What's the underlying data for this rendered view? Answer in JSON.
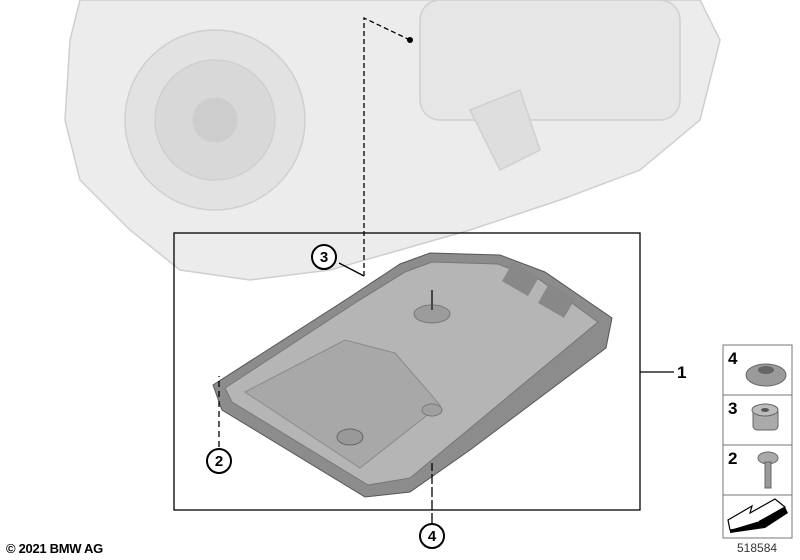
{
  "diagram": {
    "callouts": {
      "c1": "1",
      "c2": "2",
      "c3": "3",
      "c4": "4"
    },
    "legend_parts": [
      {
        "number": "4",
        "icon": "oil-drain-plug-icon"
      },
      {
        "number": "3",
        "icon": "filler-plug-icon"
      },
      {
        "number": "2",
        "icon": "bolt-icon"
      },
      {
        "number": "",
        "icon": "arrow-icon"
      }
    ],
    "diagram_number": "518584",
    "copyright": "© 2021 BMW AG"
  }
}
